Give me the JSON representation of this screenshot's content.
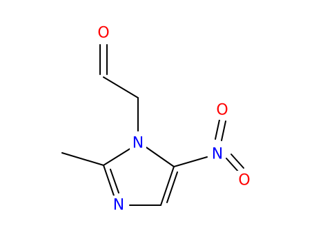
{
  "colors": {
    "background": "#ffffff",
    "bond": "#000000",
    "nitrogen": "#0000ff",
    "oxygen": "#ff0000"
  },
  "atoms": {
    "aldehyde_oxygen": "O",
    "ring_nitrogen_1": "N",
    "nitro_nitrogen": "N",
    "ring_nitrogen_3": "N",
    "nitro_oxygen_top": "O",
    "nitro_oxygen_bottom": "O"
  }
}
